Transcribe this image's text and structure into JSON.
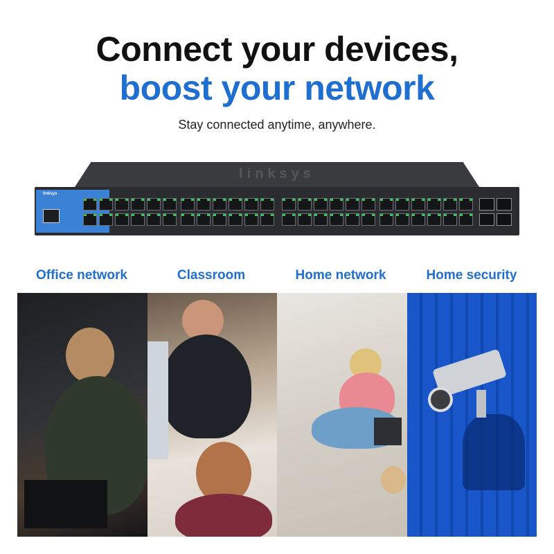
{
  "headline": {
    "line1": "Connect your devices,",
    "line2": "boost your network",
    "tagline": "Stay connected anytime, anywhere."
  },
  "product": {
    "brand": "linksys",
    "panel_brand": "linksys",
    "port_count": 48,
    "sfp_count": 4,
    "colors": {
      "chassis": "#2b2c2f",
      "panel": "#3b82d6",
      "link_led": "#34c85a"
    }
  },
  "categories": [
    {
      "label": "Office network"
    },
    {
      "label": "Classroom"
    },
    {
      "label": "Home network"
    },
    {
      "label": "Home security"
    }
  ],
  "colors": {
    "accent": "#1f6fd1",
    "headline": "#111111"
  }
}
